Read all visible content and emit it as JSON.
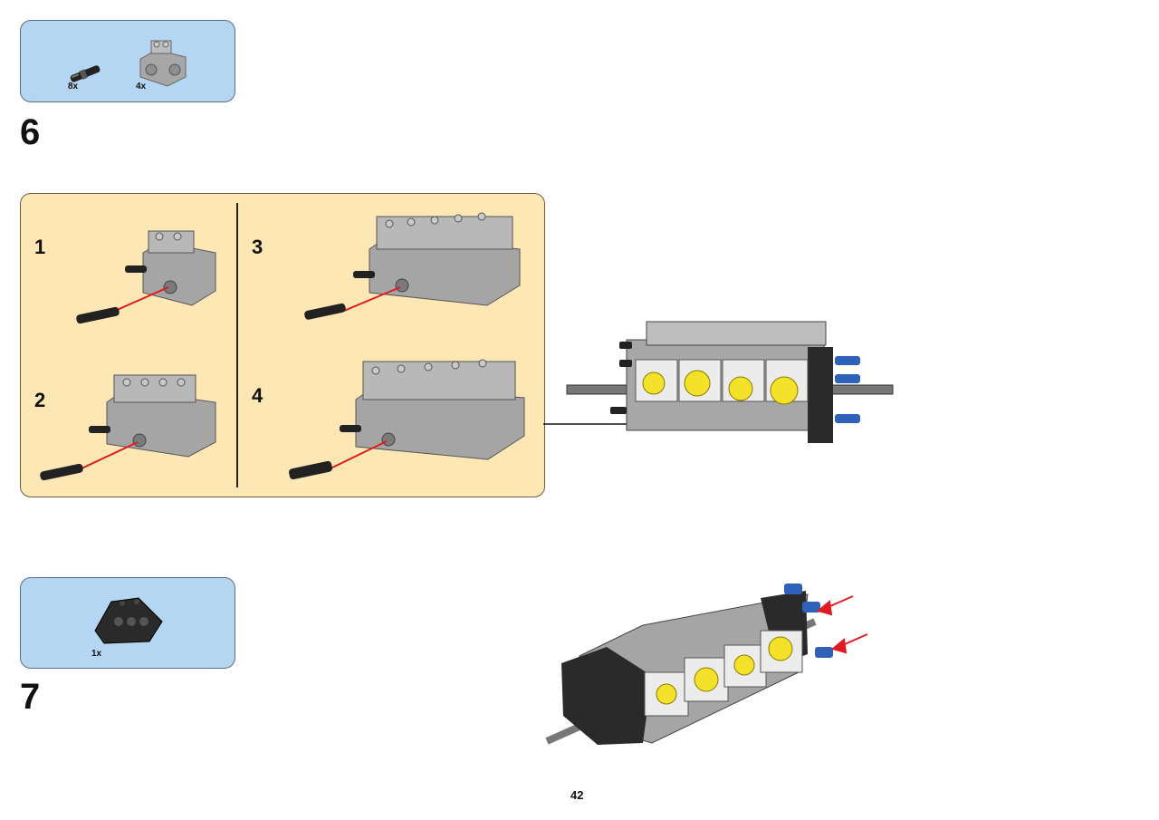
{
  "steps": [
    {
      "number": "6",
      "parts": [
        {
          "name": "friction-pin-long",
          "qty": "8x"
        },
        {
          "name": "engine-cylinder-block",
          "qty": "4x"
        }
      ],
      "substeps": [
        "1",
        "2",
        "3",
        "4"
      ]
    },
    {
      "number": "7",
      "parts": [
        {
          "name": "black-engine-end-block",
          "qty": "1x"
        }
      ]
    }
  ],
  "page_number": "42",
  "colors": {
    "parts_box": "#b4d6f2",
    "substep_panel": "#fde7b4",
    "arrow_red": "#e11b22",
    "gray_part": "#9a9a9a",
    "yellow_piston": "#f4e12a",
    "blue_pin": "#2e62b8",
    "black_part": "#2a2a2a"
  }
}
